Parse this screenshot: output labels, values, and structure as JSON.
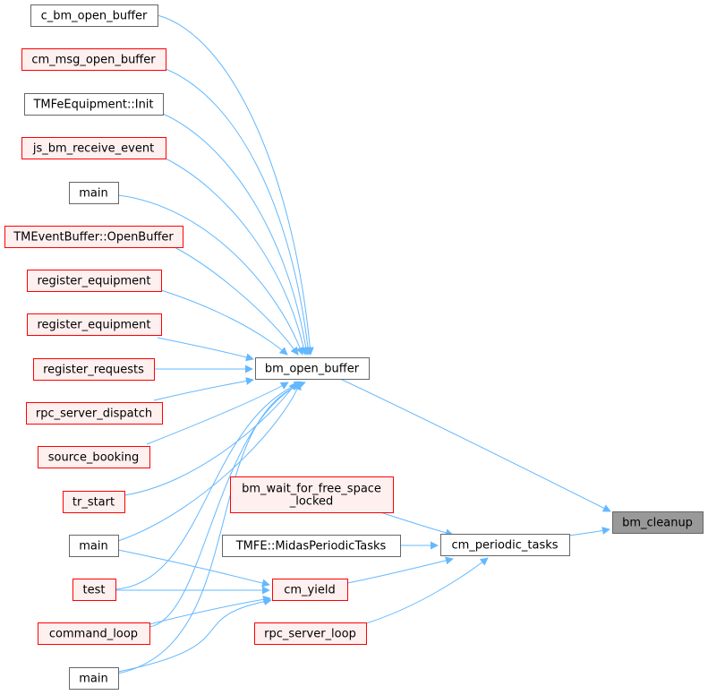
{
  "colors": {
    "edge": "#63b8ff",
    "border_plain": "#666666",
    "border_red": "#ff0000",
    "fill_plain": "#ffffff",
    "fill_red": "#fff0f0",
    "fill_focus": "#999999",
    "border_focus": "#666666"
  },
  "nodes": [
    {
      "id": "c_bm_open_buffer",
      "label": "c_bm_open_buffer",
      "style": "plain"
    },
    {
      "id": "cm_msg_open_buffer",
      "label": "cm_msg_open_buffer",
      "style": "red"
    },
    {
      "id": "tmfe_init",
      "label": "TMFeEquipment::Init",
      "style": "plain"
    },
    {
      "id": "js_bm_receive_event",
      "label": "js_bm_receive_event",
      "style": "red"
    },
    {
      "id": "main_1",
      "label": "main",
      "style": "plain"
    },
    {
      "id": "tmeventbuffer_openbuffer",
      "label": "TMEventBuffer::OpenBuffer",
      "style": "red"
    },
    {
      "id": "register_equipment_1",
      "label": "register_equipment",
      "style": "red"
    },
    {
      "id": "register_equipment_2",
      "label": "register_equipment",
      "style": "red"
    },
    {
      "id": "register_requests",
      "label": "register_requests",
      "style": "red"
    },
    {
      "id": "rpc_server_dispatch",
      "label": "rpc_server_dispatch",
      "style": "red"
    },
    {
      "id": "source_booking",
      "label": "source_booking",
      "style": "red"
    },
    {
      "id": "tr_start",
      "label": "tr_start",
      "style": "red"
    },
    {
      "id": "main_2",
      "label": "main",
      "style": "plain"
    },
    {
      "id": "test",
      "label": "test",
      "style": "red"
    },
    {
      "id": "command_loop",
      "label": "command_loop",
      "style": "red"
    },
    {
      "id": "main_3",
      "label": "main",
      "style": "plain"
    },
    {
      "id": "bm_open_buffer",
      "label": "bm_open_buffer",
      "style": "plain"
    },
    {
      "id": "bm_wait_for_free_space_locked",
      "label": "bm_wait_for_free_space\n_locked",
      "style": "red"
    },
    {
      "id": "tmfe_midasperiodictasks",
      "label": "TMFE::MidasPeriodicTasks",
      "style": "plain"
    },
    {
      "id": "cm_yield",
      "label": "cm_yield",
      "style": "red"
    },
    {
      "id": "rpc_server_loop",
      "label": "rpc_server_loop",
      "style": "red"
    },
    {
      "id": "cm_periodic_tasks",
      "label": "cm_periodic_tasks",
      "style": "plain"
    },
    {
      "id": "bm_cleanup",
      "label": "bm_cleanup",
      "style": "focus"
    }
  ],
  "edges": [
    {
      "from": "c_bm_open_buffer",
      "to": "bm_open_buffer"
    },
    {
      "from": "cm_msg_open_buffer",
      "to": "bm_open_buffer"
    },
    {
      "from": "tmfe_init",
      "to": "bm_open_buffer"
    },
    {
      "from": "js_bm_receive_event",
      "to": "bm_open_buffer"
    },
    {
      "from": "main_1",
      "to": "bm_open_buffer"
    },
    {
      "from": "tmeventbuffer_openbuffer",
      "to": "bm_open_buffer"
    },
    {
      "from": "register_equipment_1",
      "to": "bm_open_buffer"
    },
    {
      "from": "register_equipment_2",
      "to": "bm_open_buffer"
    },
    {
      "from": "register_requests",
      "to": "bm_open_buffer"
    },
    {
      "from": "rpc_server_dispatch",
      "to": "bm_open_buffer"
    },
    {
      "from": "source_booking",
      "to": "bm_open_buffer"
    },
    {
      "from": "tr_start",
      "to": "bm_open_buffer"
    },
    {
      "from": "main_2",
      "to": "bm_open_buffer"
    },
    {
      "from": "test",
      "to": "bm_open_buffer"
    },
    {
      "from": "command_loop",
      "to": "bm_open_buffer"
    },
    {
      "from": "main_3",
      "to": "bm_open_buffer"
    },
    {
      "from": "bm_open_buffer",
      "to": "bm_cleanup"
    },
    {
      "from": "bm_wait_for_free_space_locked",
      "to": "cm_periodic_tasks"
    },
    {
      "from": "tmfe_midasperiodictasks",
      "to": "cm_periodic_tasks"
    },
    {
      "from": "cm_yield",
      "to": "cm_periodic_tasks"
    },
    {
      "from": "rpc_server_loop",
      "to": "cm_periodic_tasks"
    },
    {
      "from": "cm_periodic_tasks",
      "to": "bm_cleanup"
    },
    {
      "from": "main_2",
      "to": "cm_yield"
    },
    {
      "from": "test",
      "to": "cm_yield"
    },
    {
      "from": "command_loop",
      "to": "cm_yield"
    },
    {
      "from": "main_3",
      "to": "cm_yield"
    }
  ]
}
